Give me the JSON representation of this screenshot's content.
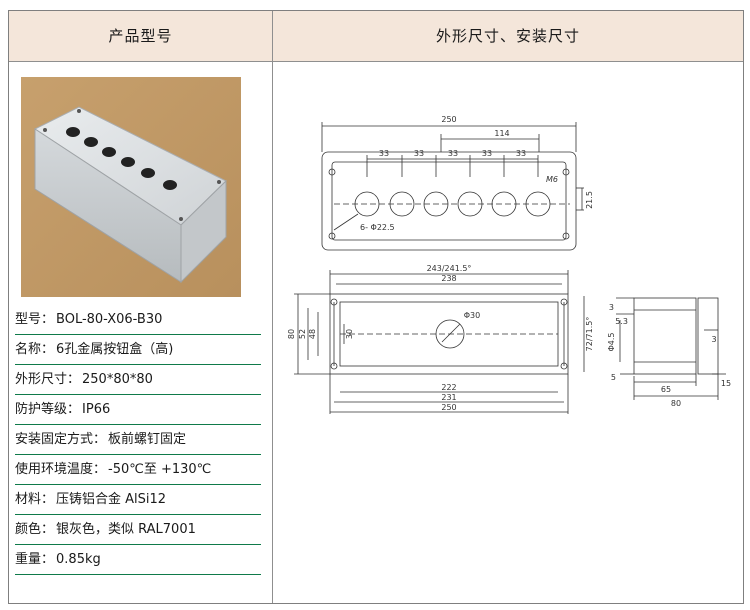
{
  "header": {
    "left_title": "产品型号",
    "right_title": "外形尺寸、安装尺寸"
  },
  "specs": [
    {
      "key": "型号：",
      "value": "BOL-80-X06-B30"
    },
    {
      "key": "名称：",
      "value": "6孔金属按钮盒（高)"
    },
    {
      "key": "外形尺寸：",
      "value": "250*80*80"
    },
    {
      "key": "防护等级：",
      "value": "IP66"
    },
    {
      "key": "安装固定方式：",
      "value": "板前螺钉固定"
    },
    {
      "key": "使用环境温度：",
      "value": "-50℃至 +130℃"
    },
    {
      "key": "材料：",
      "value": "压铸铝合金  AlSi12"
    },
    {
      "key": "颜色：",
      "value": "银灰色，类似 RAL7001"
    },
    {
      "key": "重量：",
      "value": "0.85kg"
    }
  ],
  "drawing": {
    "top_view": {
      "overall": "250",
      "spacing": [
        "33",
        "33",
        "33",
        "33",
        "33"
      ],
      "partial": "114",
      "screw": "M6",
      "height": "21.5",
      "holes": "6- Φ22.5"
    },
    "front_view": {
      "width_a": "243/241.5°",
      "width_b": "238",
      "hole": "Φ30",
      "bottom_a": "222",
      "bottom_b": "231",
      "bottom_c": "250",
      "left_a": "80",
      "left_b": "52",
      "left_c": "48",
      "left_d": "30",
      "right_a": "72/71.5°"
    },
    "side_view": {
      "top_a": "3",
      "top_b": "5.3",
      "height": "Φ4.5",
      "right_a": "3",
      "bottom_a": "5",
      "bottom_b": "65",
      "bottom_c": "80",
      "right_b": "15"
    }
  }
}
